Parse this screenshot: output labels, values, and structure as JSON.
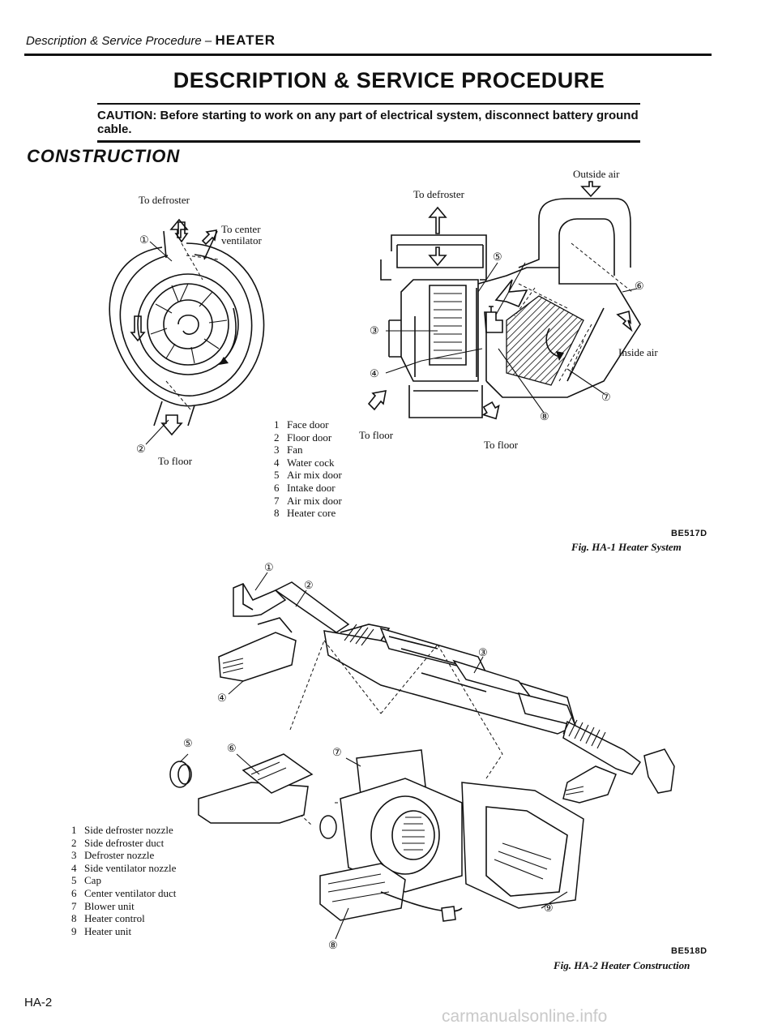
{
  "header": {
    "section": "Description & Service Procedure –",
    "system": "HEATER"
  },
  "title": "DESCRIPTION & SERVICE PROCEDURE",
  "caution": "CAUTION: Before starting to work on any part of electrical system, disconnect battery ground cable.",
  "section_title": "CONSTRUCTION",
  "fig1": {
    "labels": {
      "to_defroster_left": "To defroster",
      "to_center_vent": "To center\nventilator",
      "to_floor_left": "To floor",
      "to_defroster_right": "To defroster",
      "outside_air": "Outside air",
      "inside_air": "Inside air",
      "to_floor_mid": "To floor",
      "to_floor_right": "To floor"
    },
    "callouts": [
      "①",
      "②",
      "③",
      "④",
      "⑤",
      "⑥",
      "⑦",
      "⑧"
    ],
    "legend": [
      {
        "n": "1",
        "text": "Face door"
      },
      {
        "n": "2",
        "text": "Floor door"
      },
      {
        "n": "3",
        "text": "Fan"
      },
      {
        "n": "4",
        "text": "Water cock"
      },
      {
        "n": "5",
        "text": "Air mix door"
      },
      {
        "n": "6",
        "text": "Intake door"
      },
      {
        "n": "7",
        "text": "Air mix door"
      },
      {
        "n": "8",
        "text": "Heater core"
      }
    ],
    "code": "BE517D",
    "caption": "Fig. HA-1 Heater System"
  },
  "fig2": {
    "callouts": [
      "①",
      "②",
      "③",
      "④",
      "⑤",
      "⑥",
      "⑦",
      "⑧",
      "⑨"
    ],
    "legend": [
      {
        "n": "1",
        "text": "Side defroster nozzle"
      },
      {
        "n": "2",
        "text": "Side defroster duct"
      },
      {
        "n": "3",
        "text": "Defroster nozzle"
      },
      {
        "n": "4",
        "text": "Side ventilator nozzle"
      },
      {
        "n": "5",
        "text": "Cap"
      },
      {
        "n": "6",
        "text": "Center ventilator duct"
      },
      {
        "n": "7",
        "text": "Blower unit"
      },
      {
        "n": "8",
        "text": "Heater control"
      },
      {
        "n": "9",
        "text": "Heater unit"
      }
    ],
    "code": "BE518D",
    "caption": "Fig. HA-2 Heater Construction"
  },
  "page_number": "HA-2",
  "watermark": "carmanualsonline.info"
}
